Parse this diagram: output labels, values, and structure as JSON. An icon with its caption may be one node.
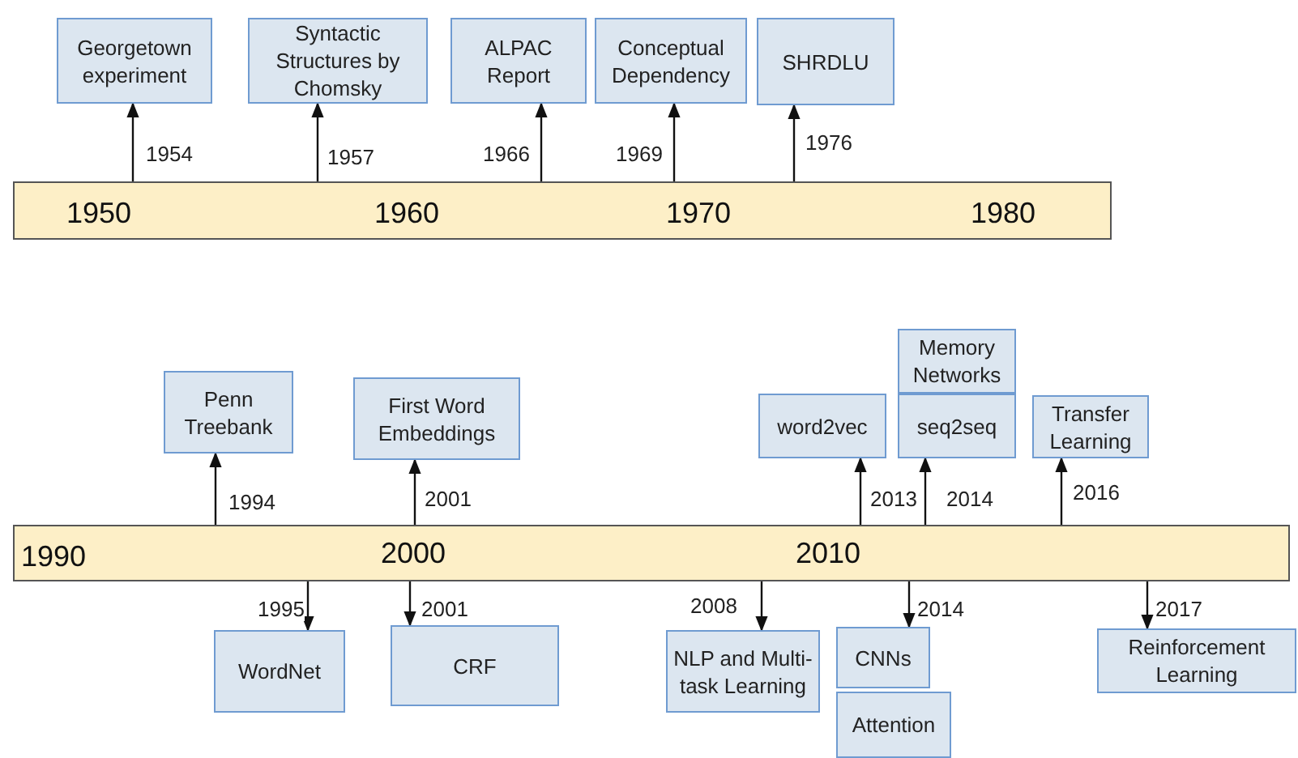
{
  "diagram": {
    "nodes": [
      {
        "text": [
          "1950",
          "1960",
          "1970",
          "1980"
        ]
      },
      {
        "text": [
          "Georgetown experiment"
        ]
      },
      {
        "text": [
          "Syntactic Structures by Chomsky"
        ]
      },
      {
        "text": [
          "ALPAC Report"
        ]
      },
      {
        "text": [
          "Conceptual Dependency"
        ]
      },
      {
        "text": [
          "SHRDLU"
        ]
      },
      {
        "text": [
          "1990",
          "2000",
          "2010"
        ]
      },
      {
        "text": [
          "Penn Treebank"
        ]
      },
      {
        "text": [
          "First Word Embeddings"
        ]
      },
      {
        "text": [
          "word2vec"
        ]
      },
      {
        "text": [
          "Memory Networks"
        ]
      },
      {
        "text": [
          "seq2seq"
        ]
      },
      {
        "text": [
          "Transfer Learning"
        ]
      },
      {
        "text": [
          "WordNet"
        ]
      },
      {
        "text": [
          "CRF"
        ]
      },
      {
        "text": [
          "NLP and Multi-task Learning"
        ]
      },
      {
        "text": [
          "CNNs"
        ]
      },
      {
        "text": [
          "Attention"
        ]
      },
      {
        "text": [
          "Reinforcement Learning"
        ]
      }
    ],
    "edges": [
      {
        "from": 0,
        "to": 1,
        "arrow": "to",
        "label": "1954"
      },
      {
        "from": 0,
        "to": 2,
        "arrow": "to",
        "label": "1957"
      },
      {
        "from": 0,
        "to": 3,
        "arrow": "to",
        "label": "1966"
      },
      {
        "from": 0,
        "to": 4,
        "arrow": "to",
        "label": "1969"
      },
      {
        "from": 0,
        "to": 5,
        "arrow": "to",
        "label": "1976"
      },
      {
        "from": 6,
        "to": 7,
        "arrow": "to",
        "label": "1994"
      },
      {
        "from": 6,
        "to": 8,
        "arrow": "to",
        "label": "2001"
      },
      {
        "from": 6,
        "to": 9,
        "arrow": "to",
        "label": "2013"
      },
      {
        "from": 6,
        "to": 11,
        "arrow": "to",
        "label": "2014"
      },
      {
        "from": 6,
        "to": 12,
        "arrow": "to",
        "label": "2016"
      },
      {
        "from": 6,
        "to": 13,
        "arrow": "to",
        "label": "1995"
      },
      {
        "from": 6,
        "to": 14,
        "arrow": "to",
        "label": "2001"
      },
      {
        "from": 6,
        "to": 15,
        "arrow": "to",
        "label": "2008"
      },
      {
        "from": 6,
        "to": 16,
        "arrow": "to",
        "label": "2014"
      },
      {
        "from": 6,
        "to": 18,
        "arrow": "to",
        "label": "2017"
      }
    ]
  }
}
